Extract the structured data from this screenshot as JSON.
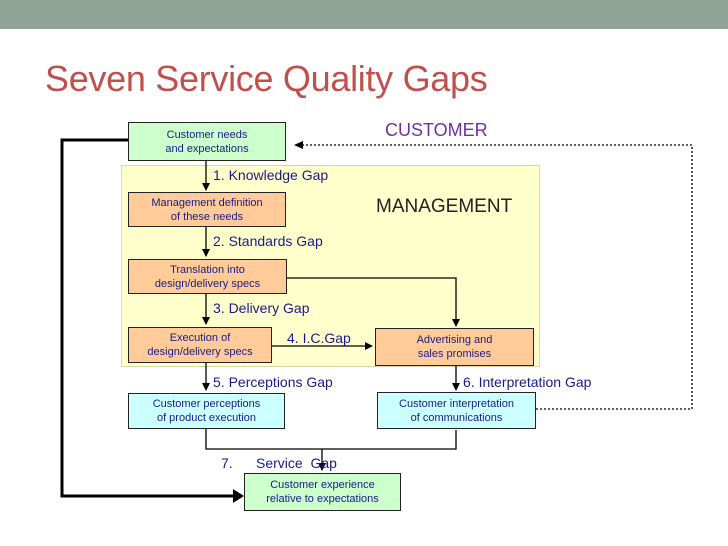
{
  "title": "Seven Service Quality Gaps",
  "customer_label": "CUSTOMER",
  "management_label": "MANAGEMENT",
  "boxes": {
    "customer_needs": "Customer needs\nand expectations",
    "management_definition": "Management definition\nof these needs",
    "translation": "Translation into\ndesign/delivery specs",
    "execution": "Execution of\ndesign/delivery specs",
    "advertising": "Advertising and\nsales promises",
    "customer_perceptions": "Customer perceptions\nof product execution",
    "customer_interpretation": "Customer interpretation\nof communications",
    "customer_experience": "Customer experience\nrelative to expectations"
  },
  "gaps": {
    "knowledge": "1. Knowledge Gap",
    "standards": "2. Standards Gap",
    "delivery": "3. Delivery Gap",
    "ic": "4. I.C.Gap",
    "perceptions": "5. Perceptions Gap",
    "interpretation": "6. Interpretation Gap",
    "service": "7.      Service  Gap"
  },
  "colors": {
    "title": "#c0504d",
    "topbar": "#8fa396",
    "customer": "#7030a0",
    "text": "#1a1a8a",
    "management_area": "#ffffcc",
    "green_box": "#ccffcc",
    "orange_box": "#ffcc99",
    "cyan_box": "#ccffff"
  }
}
